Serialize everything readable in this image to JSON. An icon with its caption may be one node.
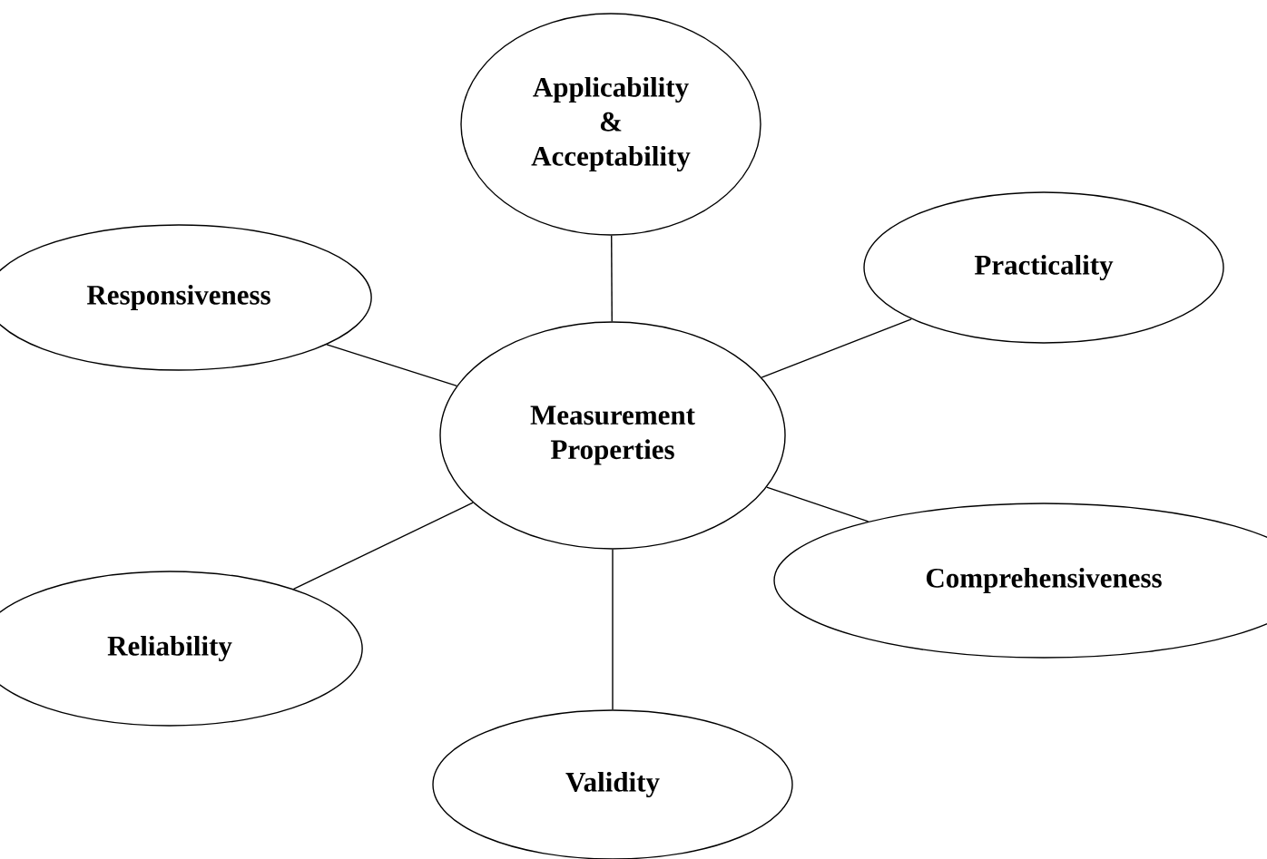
{
  "diagram": {
    "nodes": [
      {
        "text": [
          "Applicability & Acceptability"
        ]
      },
      {
        "text": [
          "Responsiveness"
        ]
      },
      {
        "text": [
          "Practicality"
        ]
      },
      {
        "text": [
          "Measurement Properties"
        ]
      },
      {
        "text": [
          "Comprehensiveness"
        ]
      },
      {
        "text": [
          "Reliability"
        ]
      },
      {
        "text": [
          "Validity"
        ]
      }
    ],
    "edges": [
      {
        "from": 3,
        "to": 0,
        "arrow": "none"
      },
      {
        "from": 3,
        "to": 1,
        "arrow": "none"
      },
      {
        "from": 3,
        "to": 2,
        "arrow": "none"
      },
      {
        "from": 3,
        "to": 4,
        "arrow": "none"
      },
      {
        "from": 3,
        "to": 5,
        "arrow": "none"
      },
      {
        "from": 3,
        "to": 6,
        "arrow": "none"
      }
    ]
  }
}
